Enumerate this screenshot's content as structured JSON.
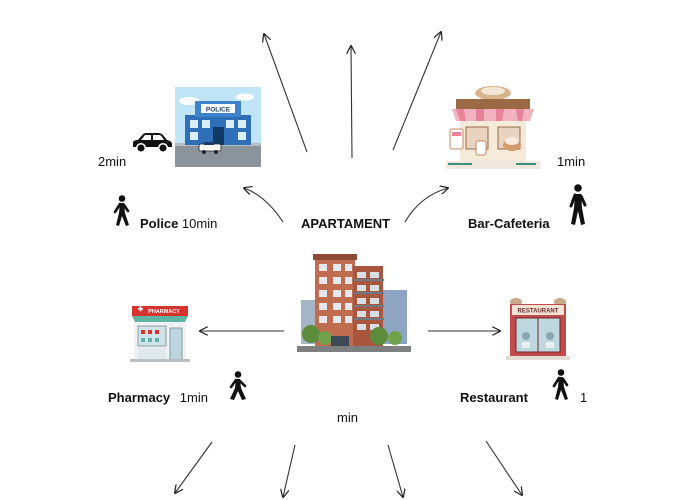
{
  "center": {
    "label": "APARTAMENT"
  },
  "places": {
    "police": {
      "name": "Police",
      "time": "10min",
      "car_time": "2min",
      "sign": "POLICE"
    },
    "bar": {
      "name": "Bar-Cafeteria",
      "time": "1min"
    },
    "pharmacy": {
      "name": "Pharmacy",
      "time": "1min",
      "sign": "PHARMACY"
    },
    "restaurant": {
      "name": "Restaurant",
      "time_a": "1",
      "time_b": "min",
      "sign": "RESTAURANT"
    }
  },
  "colors": {
    "accent_blue": "#2f6fb8",
    "awning_pink": "#e8839a",
    "brick": "#b9654a",
    "pharmacy_red": "#d8322d"
  },
  "icons": [
    "walking-person-icon",
    "car-icon",
    "police-station-icon",
    "cafe-icon",
    "apartment-building-icon",
    "pharmacy-icon",
    "restaurant-icon"
  ]
}
